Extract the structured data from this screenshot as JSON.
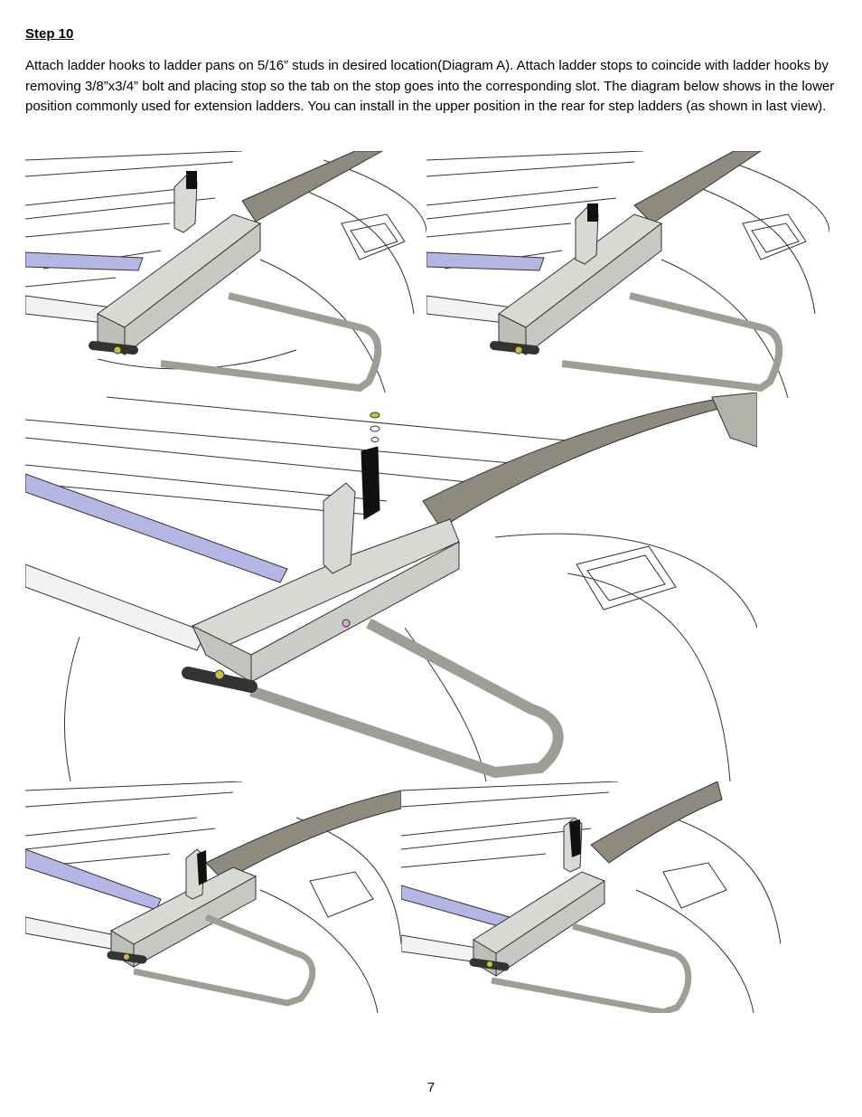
{
  "document": {
    "heading": "Step 10",
    "instructions": "Attach ladder hooks to ladder pans on 5/16” studs in desired location(Diagram A). Attach ladder stops to coincide with ladder hooks by removing 3/8”x3/4” bolt and placing stop so the tab on the stop goes into the corresponding slot. The diagram below shows in the lower position commonly used for extension ladders. You can install in the upper position in the rear for step ladders (as shown in last view).",
    "page_number": "7"
  },
  "colors": {
    "line": "#333333",
    "pan": "#8f8a7e",
    "box": "#d8d8d5",
    "tube_blue": "#b4b6e4",
    "tube_white": "#f2f2f2",
    "bar": "#b2b1aa",
    "stop": "#111111",
    "bolt": "#c8c23a"
  },
  "figures": [
    {
      "view": "upper-left"
    },
    {
      "view": "upper-right"
    },
    {
      "view": "center-exploded"
    },
    {
      "view": "lower-left"
    },
    {
      "view": "lower-right"
    }
  ]
}
